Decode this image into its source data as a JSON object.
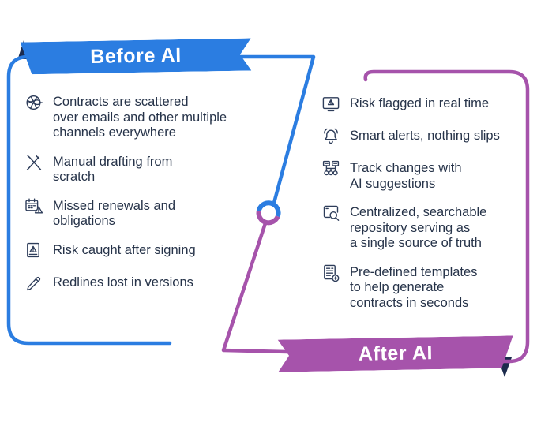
{
  "colors": {
    "blue": "#2B7DE1",
    "purple": "#A653AB",
    "navy_fold": "#1C2B4D",
    "text": "#263349",
    "icon_stroke": "#2E3D5A",
    "background": "#FFFFFF"
  },
  "before": {
    "title": "Before AI",
    "items": [
      {
        "icon": "tangled-channels-icon",
        "text": "Contracts are scattered\nover emails and other multiple\nchannels everywhere"
      },
      {
        "icon": "crossed-pens-icon",
        "text": "Manual drafting from\nscratch"
      },
      {
        "icon": "calendar-warning-icon",
        "text": "Missed renewals and\nobligations"
      },
      {
        "icon": "document-risk-icon",
        "text": "Risk caught after signing"
      },
      {
        "icon": "marker-pen-icon",
        "text": "Redlines lost in versions"
      }
    ]
  },
  "after": {
    "title": "After AI",
    "items": [
      {
        "icon": "monitor-alert-icon",
        "text": "Risk flagged in real time"
      },
      {
        "icon": "ringing-bell-icon",
        "text": "Smart alerts, nothing slips"
      },
      {
        "icon": "version-tree-icon",
        "text": "Track changes with\nAI suggestions"
      },
      {
        "icon": "document-search-icon",
        "text": "Centralized, searchable\nrepository serving as\na single source of truth"
      },
      {
        "icon": "document-add-icon",
        "text": "Pre-defined templates\nto help generate\ncontracts in seconds"
      }
    ]
  }
}
